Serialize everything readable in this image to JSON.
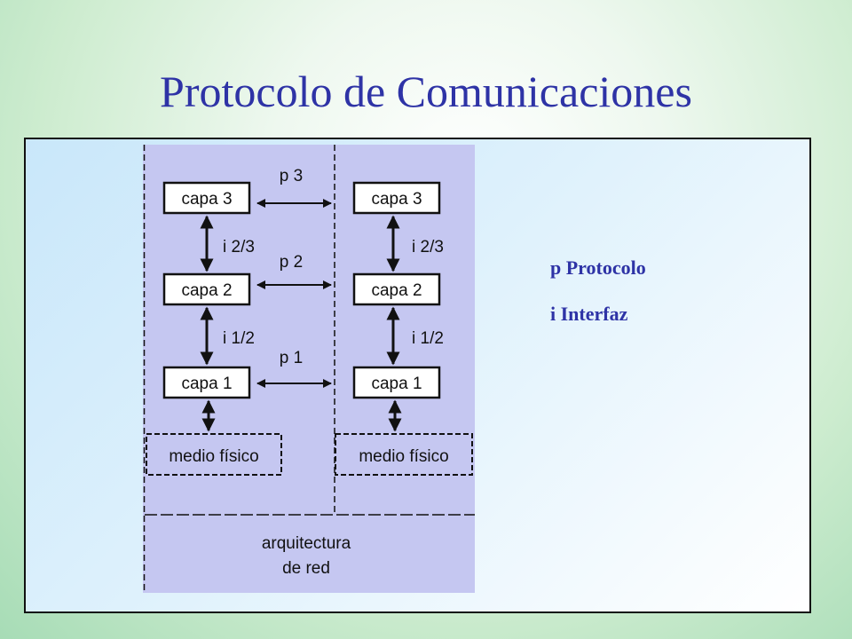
{
  "slide": {
    "title": "Protocolo de Comunicaciones"
  },
  "diagram": {
    "layers": {
      "capa3": "capa 3",
      "capa2": "capa 2",
      "capa1": "capa 1"
    },
    "protocols": {
      "p3": "p 3",
      "p2": "p 2",
      "p1": "p 1"
    },
    "interfaces": {
      "i23": "i 2/3",
      "i12": "i 1/2"
    },
    "medium": "medio físico",
    "architecture": [
      "arquitectura",
      "de red"
    ],
    "colors": {
      "background": "#c5c7f1",
      "box_fill": "#ffffff",
      "stroke": "#111111"
    }
  },
  "legend": {
    "protocol": "p Protocolo",
    "interface": "i Interfaz"
  }
}
